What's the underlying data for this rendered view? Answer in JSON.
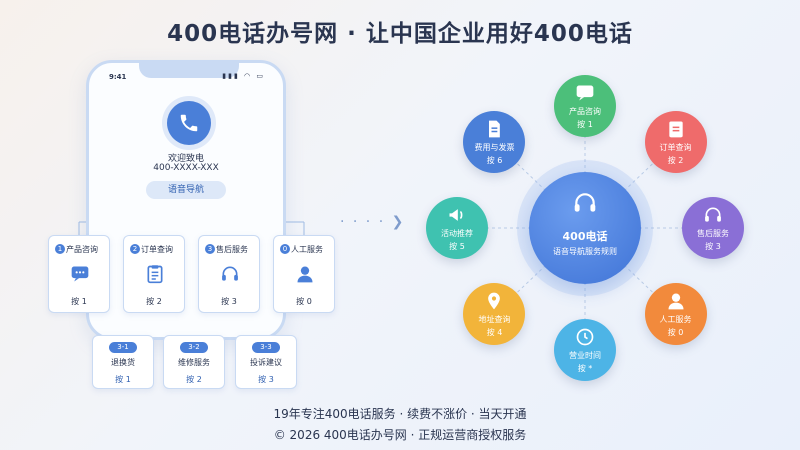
{
  "header": {
    "title": "400电话办号网 · 让中国企业用好400电话"
  },
  "phone": {
    "time": "9:41",
    "status_icons": "▮▮▮ ◠ ▭",
    "welcome": "欢迎致电",
    "number": "400-XXXX-XXX",
    "nav_label": "语音导航"
  },
  "menu": [
    {
      "num": "1",
      "label": "产品咨询",
      "key": "按 1",
      "icon": "chat-icon"
    },
    {
      "num": "2",
      "label": "订单查询",
      "key": "按 2",
      "icon": "clipboard-icon"
    },
    {
      "num": "3",
      "label": "售后服务",
      "key": "按 3",
      "icon": "headset-icon"
    },
    {
      "num": "0",
      "label": "人工服务",
      "key": "按 0",
      "icon": "person-icon"
    }
  ],
  "submenu": [
    {
      "badge": "3-1",
      "label": "退换货",
      "key": "按 1"
    },
    {
      "badge": "3-2",
      "label": "维修服务",
      "key": "按 2"
    },
    {
      "badge": "3-3",
      "label": "投诉建议",
      "key": "按 3"
    }
  ],
  "arrow": "· · · · ❯",
  "hub": {
    "title": "400电话",
    "subtitle": "语音导航服务规则",
    "icon": "headset-icon"
  },
  "nodes": [
    {
      "label": "产品咨询",
      "key": "按 1",
      "color": "#4cbf7a",
      "icon": "chat-icon"
    },
    {
      "label": "订单查询",
      "key": "按 2",
      "color": "#ef6b6b",
      "icon": "clipboard-icon"
    },
    {
      "label": "售后服务",
      "key": "按 3",
      "color": "#8a6fd6",
      "icon": "headset-icon"
    },
    {
      "label": "人工服务",
      "key": "按 0",
      "color": "#f28a3c",
      "icon": "person-icon"
    },
    {
      "label": "营业时间",
      "key": "按 *",
      "color": "#4db4e6",
      "icon": "clock-icon"
    },
    {
      "label": "地址查询",
      "key": "按 4",
      "color": "#f2b43a",
      "icon": "location-icon"
    },
    {
      "label": "活动推荐",
      "key": "按 5",
      "color": "#3fc2b0",
      "icon": "megaphone-icon"
    },
    {
      "label": "费用与发票",
      "key": "按 6",
      "color": "#4a7fd8",
      "icon": "document-icon"
    }
  ],
  "colors": {
    "accent": "#4a7fd8",
    "border": "#c9daf3"
  },
  "footer": {
    "line1": "19年专注400电话服务 · 续费不涨价 · 当天开通",
    "line2": "© 2026 400电话办号网 · 正规运营商授权服务"
  }
}
